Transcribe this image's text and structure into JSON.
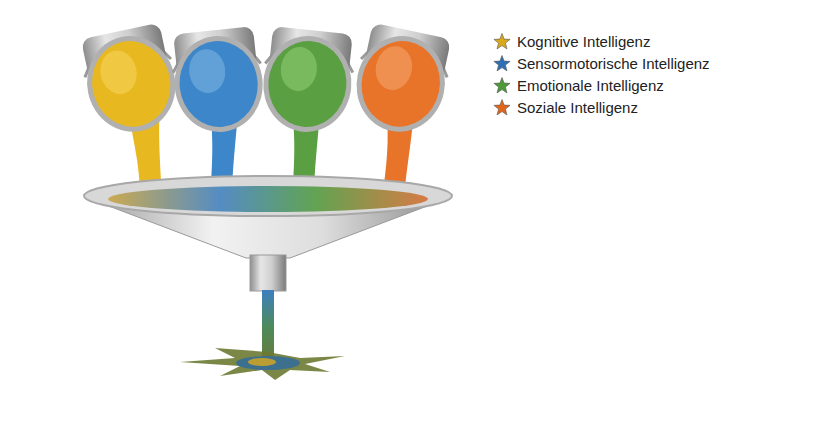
{
  "diagram": {
    "legend": [
      {
        "text": "Kognitive Intelligenz",
        "color": "#d9a91c"
      },
      {
        "text": "Sensormotorische Intelligenz",
        "color": "#2f6fb5"
      },
      {
        "text": "Emotionale Intelligenz",
        "color": "#4d9a3a"
      },
      {
        "text": "Soziale Intelligenz",
        "color": "#e0661c"
      }
    ]
  }
}
